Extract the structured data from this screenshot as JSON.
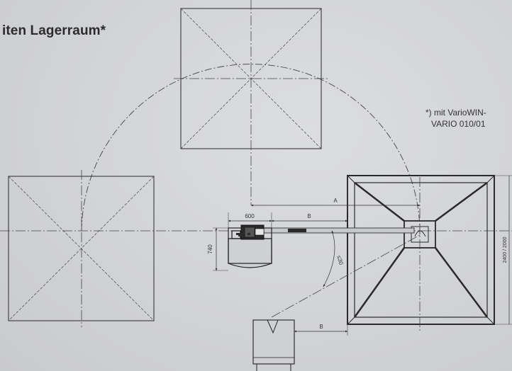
{
  "diagram": {
    "title": "iten Lagerraum*",
    "footnote": {
      "line1": "*) mit VarioWIN-",
      "line2": "VARIO 010/01"
    },
    "dimensions": {
      "width_600": "600",
      "height_740": "740",
      "angle_30": "≤30",
      "label_a": "A",
      "label_b_top": "B",
      "label_b_bottom": "B",
      "right_side": "2400 / 2000"
    }
  },
  "colors": {
    "line": "#3a3a3a",
    "machine": "#2a2a2a",
    "background": "#d4d5d8"
  }
}
